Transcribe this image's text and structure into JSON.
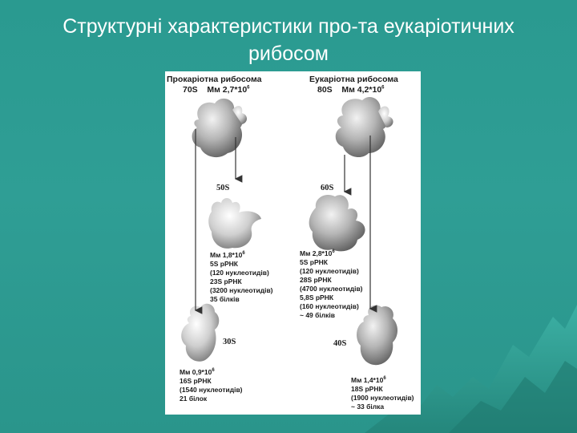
{
  "title": {
    "line1": "Структурні характеристики про-та еукаріотичних",
    "line2": "рибосом"
  },
  "colors": {
    "background": "#2a9a90",
    "panel": "#ffffff",
    "text": "#ffffff"
  },
  "prokaryote": {
    "header": "Прокаріотна рибосома",
    "sedimentation": "70S",
    "mass_base": "Мм 2,7*10",
    "mass_exp": "6",
    "large_subunit": {
      "label": "50S",
      "mass_base": "Мм 1,8*10",
      "mass_exp": "6",
      "lines": [
        "5S рРНК",
        "(120 нуклеотидів)",
        "23S рРНК",
        "(3200 нуклеотидів)",
        "35 білків"
      ]
    },
    "small_subunit": {
      "label": "30S",
      "mass_base": "Мм 0,9*10",
      "mass_exp": "6",
      "lines": [
        "16S рРНК",
        "(1540 нуклеотидів)",
        "21 білок"
      ]
    }
  },
  "eukaryote": {
    "header": "Еукаріотна рибосома",
    "sedimentation": "80S",
    "mass_base": "Мм 4,2*10",
    "mass_exp": "6",
    "large_subunit": {
      "label": "60S",
      "mass_base": "Мм 2,8*10",
      "mass_exp": "6",
      "lines": [
        "5S рРНК",
        "(120 нуклеотидів)",
        "28S рРНК",
        "(4700 нуклеотидів)",
        "5,8S рРНК",
        "(160 нуклеотидів)",
        "~ 49 білків"
      ]
    },
    "small_subunit": {
      "label": "40S",
      "mass_base": "Мм 1,4*10",
      "mass_exp": "6",
      "lines": [
        "18S рРНК",
        "(1900 нуклеотидів)",
        "~ 33 білка"
      ]
    }
  }
}
